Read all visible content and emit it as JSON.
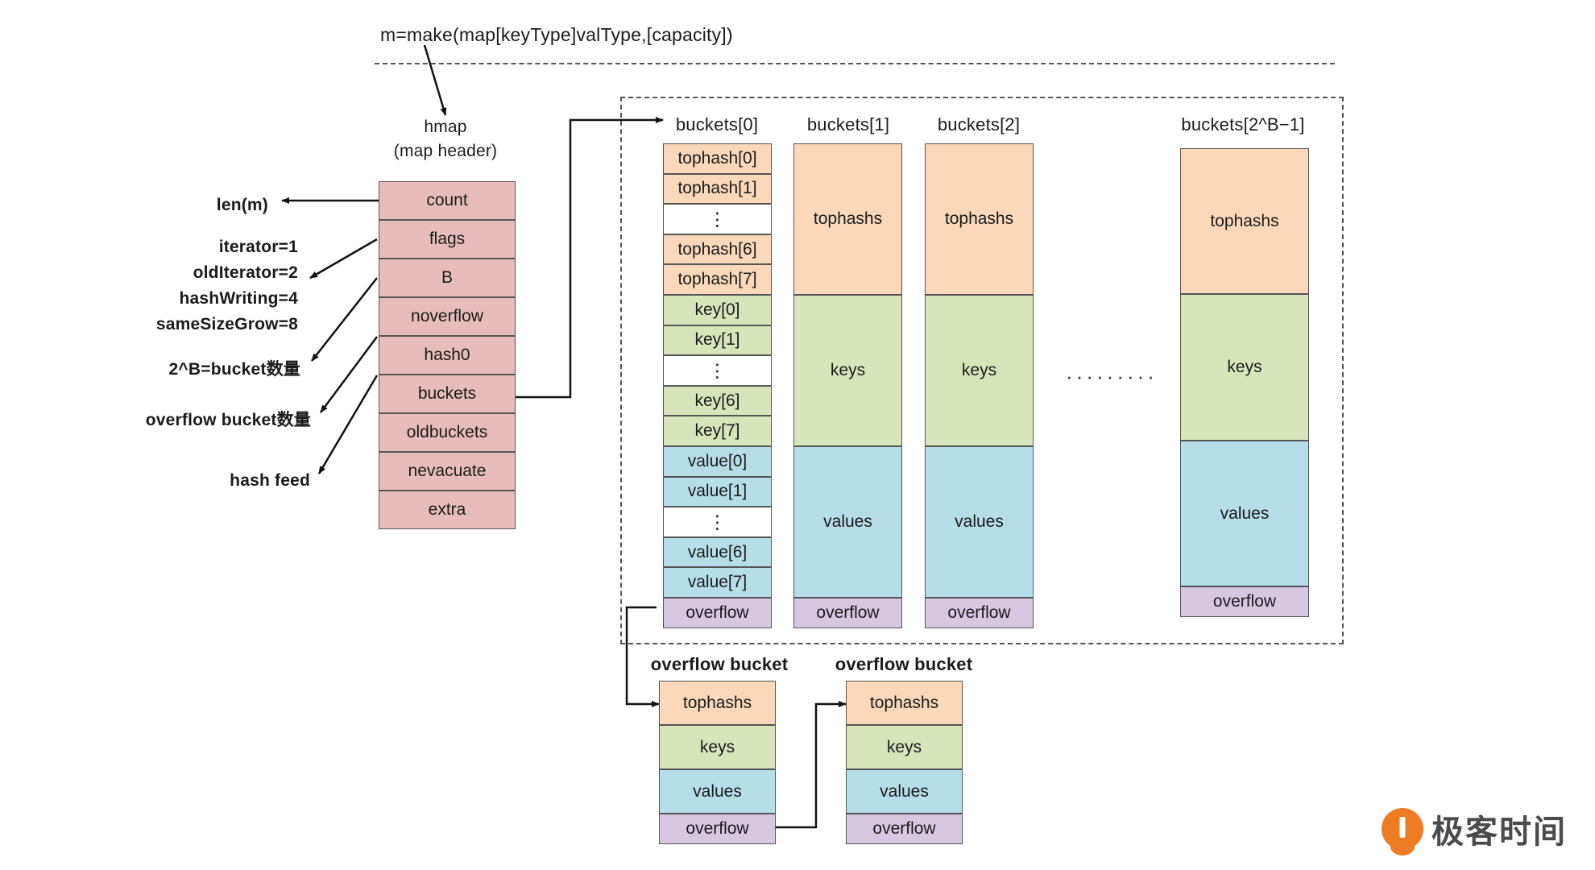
{
  "diagram": {
    "title_expr": "m=make(map[keyType]valType,[capacity])",
    "hmap_caption_line1": "hmap",
    "hmap_caption_line2": "(map header)",
    "ellipsis_vertical": "⋮",
    "ellipsis_horizontal": "·········"
  },
  "hmap_struct": {
    "fields": [
      {
        "name": "count"
      },
      {
        "name": "flags"
      },
      {
        "name": "B"
      },
      {
        "name": "noverflow"
      },
      {
        "name": "hash0"
      },
      {
        "name": "buckets"
      },
      {
        "name": "oldbuckets"
      },
      {
        "name": "nevacuate"
      },
      {
        "name": "extra"
      }
    ]
  },
  "annotations": {
    "count_label": "len(m)",
    "flags_lines": [
      "iterator=1",
      "oldIterator=2",
      "hashWriting=4",
      "sameSizeGrow=8"
    ],
    "b_label": "2^B=bucket数量",
    "noverflow_label": "overflow bucket数量",
    "hash0_label": "hash feed"
  },
  "buckets": {
    "headers": [
      "buckets[0]",
      "buckets[1]",
      "buckets[2]",
      "buckets[2^B−1]"
    ],
    "detailed_bucket": {
      "tophash_rows": [
        "tophash[0]",
        "tophash[1]",
        "⋮",
        "tophash[6]",
        "tophash[7]"
      ],
      "key_rows": [
        "key[0]",
        "key[1]",
        "⋮",
        "key[6]",
        "key[7]"
      ],
      "value_rows": [
        "value[0]",
        "value[1]",
        "⋮",
        "value[6]",
        "value[7]"
      ],
      "overflow_row": "overflow"
    },
    "summary_bucket": {
      "tophashs": "tophashs",
      "keys": "keys",
      "values": "values",
      "overflow": "overflow"
    }
  },
  "overflow_buckets": {
    "caption": "overflow bucket",
    "rows": [
      "tophashs",
      "keys",
      "values",
      "overflow"
    ]
  },
  "watermark": {
    "text": "极客时间",
    "accent": "#ef7c22"
  },
  "colors": {
    "pink": "#e8bcbc",
    "orange": "#fad8b9",
    "green": "#d8e5bb",
    "blue": "#b6dee9",
    "purple": "#d5c8e0",
    "stroke": "#555555"
  }
}
